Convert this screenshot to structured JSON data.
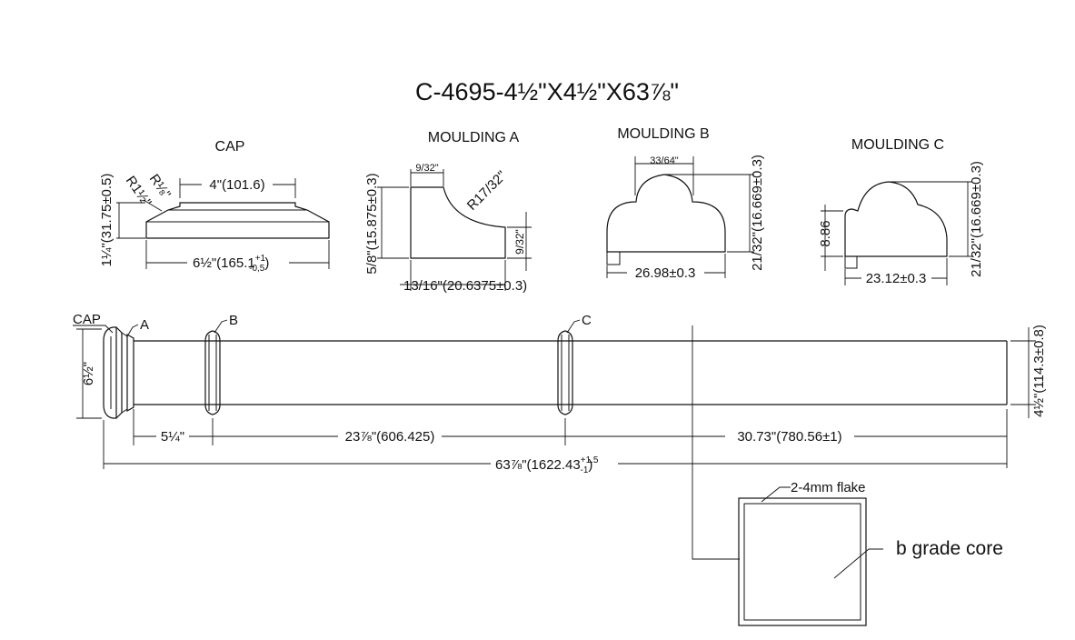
{
  "title": "C-4695-4½\"X4½\"X63⅞\"",
  "sections": {
    "cap": "CAP",
    "moulding_a": "MOULDING A",
    "moulding_b": "MOULDING B",
    "moulding_c": "MOULDING C"
  },
  "cap": {
    "dim_top": "4\"(101.6)",
    "dim_height": "1¼\"(31.75±0.5)",
    "dim_width": "6½\"(165.1",
    "dim_width_tol_plus": "+1",
    "dim_width_tol_minus": "-0,5",
    "dim_width_close": ")",
    "radius_1": "R1½\"",
    "radius_2": "R⅛\""
  },
  "moulding_a": {
    "dim_top": "9/32\"",
    "radius": "R17/32\"",
    "dim_left": "5/8\"(15.875±0.3)",
    "dim_right": "9/32\"",
    "dim_bottom": "13/16\"(20.6375±0.3)"
  },
  "moulding_b": {
    "dim_top": "33/64\"",
    "dim_right": "21/32\"(16.669±0.3)",
    "dim_bottom": "26.98±0.3"
  },
  "moulding_c": {
    "dim_left": "8.86",
    "dim_right": "21/32\"(16.669±0.3)",
    "dim_bottom": "23.12±0.3"
  },
  "column": {
    "label_cap": "CAP",
    "label_a": "A",
    "label_b": "B",
    "label_c": "C",
    "dim_side": "6½\"",
    "dim_height": "4½\"(114.3±0.8)",
    "dim_seg1": "5¼\"",
    "dim_seg2": "23⅞\"(606.425)",
    "dim_seg3": "30.73\"(780.56±1)",
    "dim_total": "63⅞\"(1622.43",
    "dim_total_tol_plus": "+1.5",
    "dim_total_tol_minus": "-1",
    "dim_total_close": ")"
  },
  "section_detail": {
    "flake_label": "2-4mm flake",
    "core_label": "b grade core"
  }
}
